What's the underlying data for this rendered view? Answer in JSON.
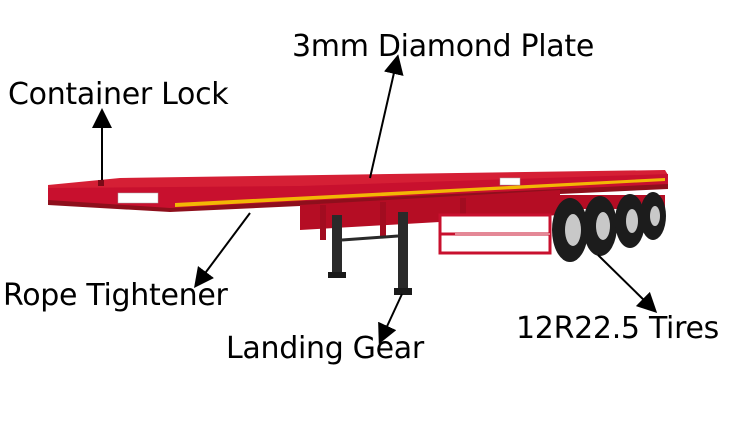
{
  "labels": {
    "container_lock": "Container Lock",
    "diamond_plate": "3mm Diamond Plate",
    "rope_tightener": "Rope Tightener",
    "landing_gear": "Landing Gear",
    "tires": "12R22.5 Tires"
  },
  "colors": {
    "trailer_red": "#c8102e",
    "trailer_dark_red": "#8e0f1c",
    "stripe_yellow": "#f2b705",
    "tire_black": "#1c1c1c",
    "arrow": "#000000"
  },
  "icons": {
    "trailer": "flatbed-semi-trailer-illustration"
  }
}
